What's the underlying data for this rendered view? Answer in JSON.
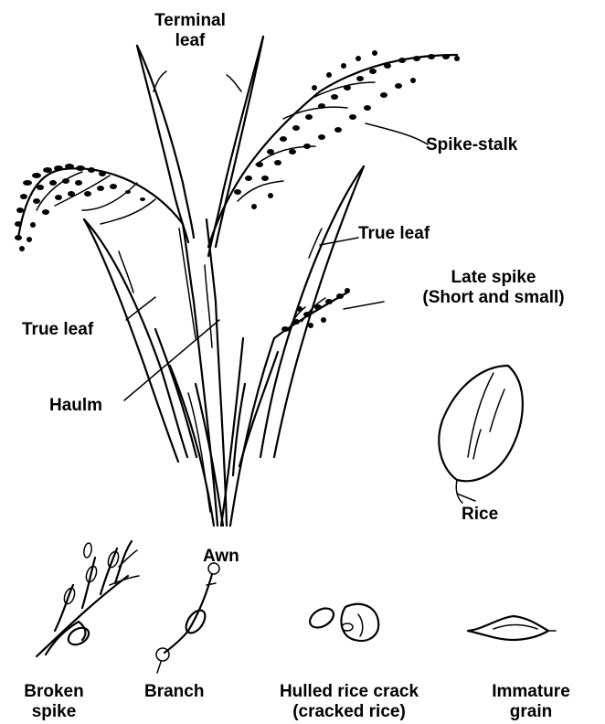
{
  "labels": {
    "terminal_leaf_1": "Terminal",
    "terminal_leaf_2": "leaf",
    "spike_stalk": "Spike-stalk",
    "true_leaf_right": "True leaf",
    "late_spike_1": "Late spike",
    "late_spike_2": "(Short and small)",
    "true_leaf_left": "True leaf",
    "haulm": "Haulm",
    "rice": "Rice",
    "awn": "Awn",
    "broken_spike_1": "Broken",
    "broken_spike_2": "spike",
    "branch": "Branch",
    "hulled_crack_1": "Hulled rice crack",
    "hulled_crack_2": "(cracked rice)",
    "immature_1": "Immature",
    "immature_2": "grain"
  },
  "colors": {
    "ink": "#000000",
    "background": "#ffffff"
  }
}
